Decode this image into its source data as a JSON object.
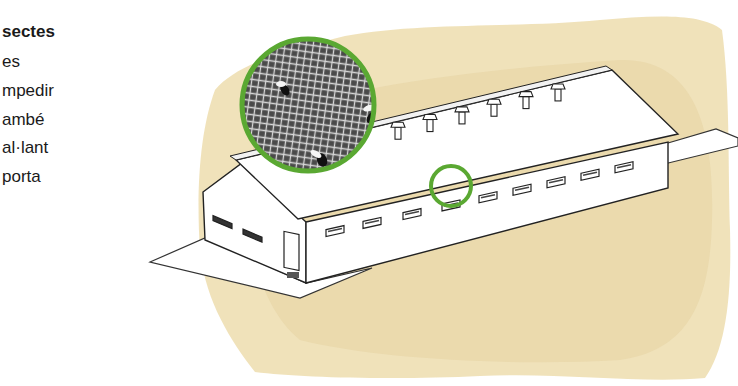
{
  "diagram": {
    "labels": [
      "sectes",
      "es",
      "mpedir",
      "ambé",
      "al·lant",
      "porta"
    ]
  }
}
